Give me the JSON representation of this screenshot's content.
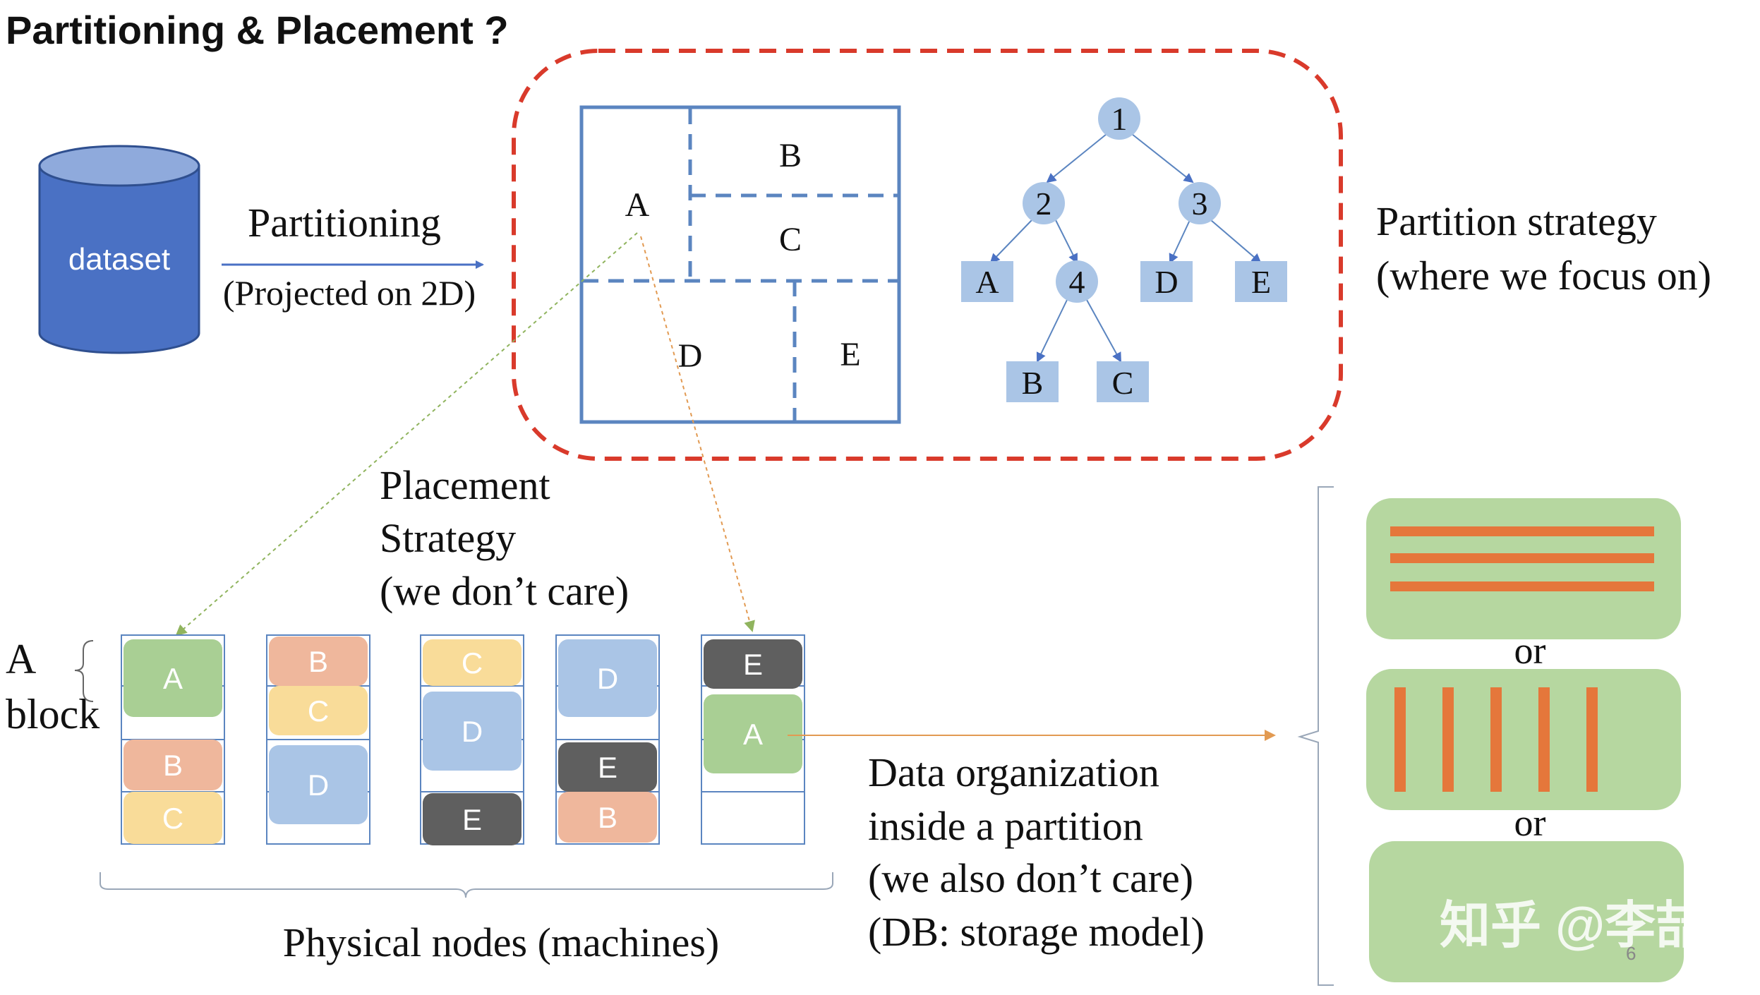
{
  "title": "Partitioning & Placement ?",
  "dataset": {
    "label": "dataset"
  },
  "partitioning_arrow": {
    "label": "Partitioning",
    "sublabel": "(Projected on 2D)"
  },
  "grid": {
    "labels": [
      "A",
      "B",
      "C",
      "D",
      "E"
    ]
  },
  "tree": {
    "internal_nodes": [
      "1",
      "2",
      "3",
      "4"
    ],
    "leaves": [
      "A",
      "D",
      "E",
      "B",
      "C"
    ]
  },
  "partition_strategy": {
    "line1": "Partition strategy",
    "line2": "(where we focus on)"
  },
  "placement_strategy": {
    "line1": "Placement",
    "line2": "Strategy",
    "line3": "(we don’t care)"
  },
  "block_label": {
    "letter": "A",
    "word": "block"
  },
  "machines": [
    {
      "blocks": [
        "A",
        "B",
        "C"
      ]
    },
    {
      "blocks": [
        "B",
        "C",
        "D"
      ]
    },
    {
      "blocks": [
        "C",
        "D",
        "E"
      ]
    },
    {
      "blocks": [
        "D",
        "E",
        "B"
      ]
    },
    {
      "blocks": [
        "E",
        "A"
      ]
    }
  ],
  "physical_nodes_label": "Physical nodes (machines)",
  "data_org": {
    "line1": "Data organization",
    "line2": "inside a partition",
    "line3": "(we also don’t care)",
    "line4": "(DB: storage model)"
  },
  "storage_options": {
    "or1": "or",
    "or2": "or"
  },
  "watermark": "知乎 @李喆",
  "page_number": "6",
  "colors": {
    "dashed_red": "#d93a2b",
    "blue_line": "#5b85c0",
    "node_blue": "#aac5e6",
    "cylinder": "#4a71c4",
    "A": "#a9cf94",
    "B": "#efb79c",
    "C": "#f9dc99",
    "D": "#aac5e6",
    "E": "#5f5f5f",
    "panel_green": "#b6d7a0",
    "stripe_orange": "#e5773b",
    "pointer_green": "#90b45e",
    "pointer_orange": "#e29a52"
  }
}
